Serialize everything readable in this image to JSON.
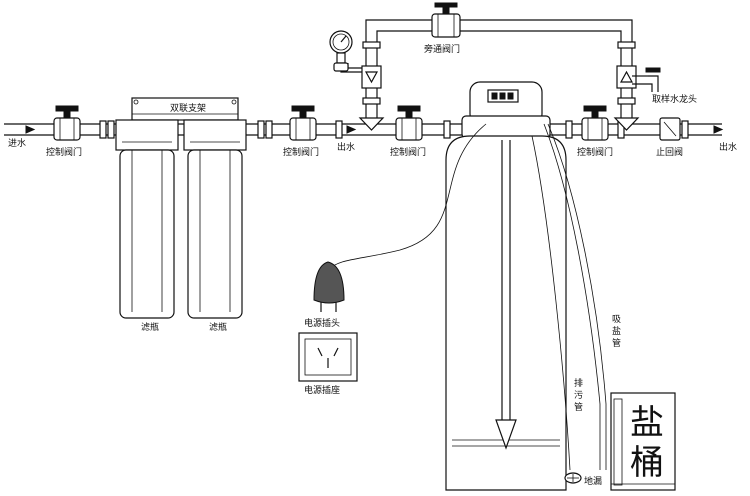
{
  "labels": {
    "inlet": "进水",
    "control_valve_1": "控制阀门",
    "dual_bracket": "双联支架",
    "filter_bottle_1": "滤瓶",
    "filter_bottle_2": "滤瓶",
    "control_valve_2": "控制阀门",
    "outlet_1": "出水",
    "bypass_valve": "旁通阀门",
    "control_valve_3": "控制阀门",
    "control_valve_4": "控制阀门",
    "check_valve": "止回阀",
    "outlet_2": "出水",
    "sampling_tap": "取样水龙头",
    "power_plug": "电源插头",
    "power_socket": "电源插座",
    "brine_suction_pipe": "吸\n盐\n管",
    "drain_pipe": "排\n污\n管",
    "floor_drain": "地漏",
    "salt_tank": "盐\n桶"
  }
}
